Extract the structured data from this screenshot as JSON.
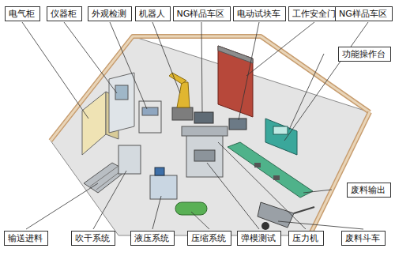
{
  "diagram": {
    "nodes": [
      {
        "text": [
          "电气柜"
        ]
      },
      {
        "text": [
          "仪器柜"
        ]
      },
      {
        "text": [
          "外观检测"
        ]
      },
      {
        "text": [
          "机器人"
        ]
      },
      {
        "text": [
          "NG样品车区"
        ]
      },
      {
        "text": [
          "电动试块车"
        ]
      },
      {
        "text": [
          "工作安全门"
        ]
      },
      {
        "text": [
          "NG样品车区"
        ]
      },
      {
        "text": [
          "功能操作台"
        ]
      },
      {
        "text": [
          "废料输出"
        ]
      },
      {
        "text": [
          "输送进料"
        ]
      },
      {
        "text": [
          "吹干系统"
        ]
      },
      {
        "text": [
          "液压系统"
        ]
      },
      {
        "text": [
          "压缩系统"
        ]
      },
      {
        "text": [
          "弹模测试"
        ]
      },
      {
        "text": [
          "压力机"
        ]
      },
      {
        "text": [
          "废料斗车"
        ]
      }
    ]
  }
}
